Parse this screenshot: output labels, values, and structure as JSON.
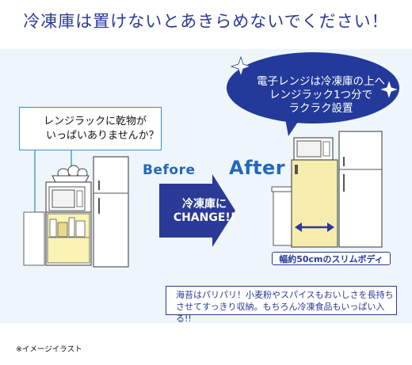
{
  "headline": "冷凍庫は置けないとあきらめないでください！",
  "callout_left": {
    "line1": "レンジラックに乾物が",
    "line2": "いっぱいありませんか？"
  },
  "before_label": "Before",
  "after_label": "After",
  "arrow": {
    "line1": "冷凍庫に",
    "line2": "CHANGE!!"
  },
  "bubble": {
    "line1": "電子レンジは冷凍庫の上へ",
    "line2": "レンジラック1つ分で",
    "line3": "ラクラク設置"
  },
  "slim_badge": "幅約50cmのスリムボディ",
  "bottom_box": {
    "line1": "海苔はパリパリ！小麦粉やスパイスもおいしさを長持ち",
    "line2": "させてすっきり収納。もちろん冷凍食品もいっぱい入る!!"
  },
  "footnote": "※イメージイラスト",
  "colors": {
    "navy": "#2a3a96",
    "blue": "#2467b8",
    "light_blue": "#3b8fd0",
    "band": "#eef6fc",
    "rack_yellow": "#fbf3b4",
    "freezer_yellow": "#f6ecae"
  }
}
